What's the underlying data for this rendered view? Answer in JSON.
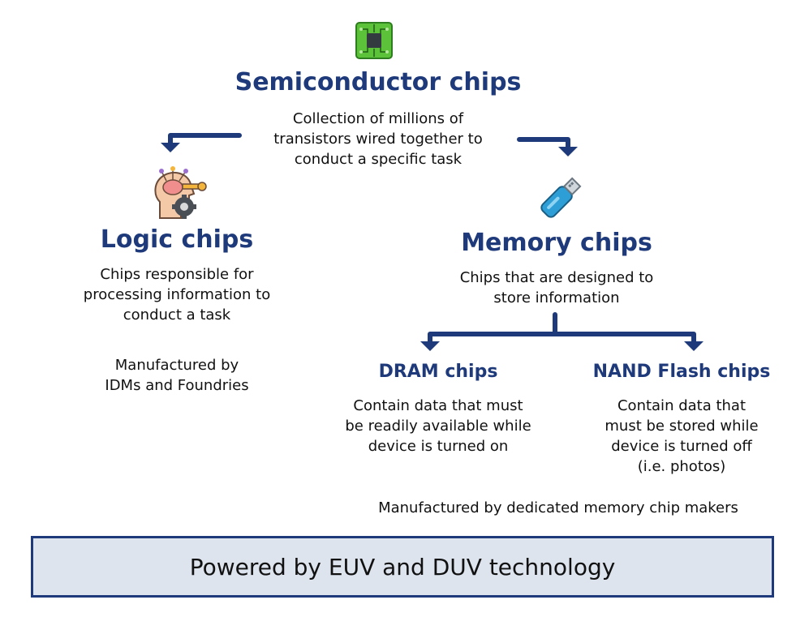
{
  "root": {
    "title": "Semiconductor chips",
    "desc": [
      "Collection of millions of",
      "transistors wired together to",
      "conduct a specific task"
    ],
    "icon": "microchip-icon"
  },
  "logic": {
    "title": "Logic chips",
    "desc": [
      "Chips responsible for",
      "processing information to",
      "conduct a task"
    ],
    "manufactured": [
      "Manufactured by",
      "IDMs and Foundries"
    ],
    "icon": "brain-gear-icon"
  },
  "memory": {
    "title": "Memory chips",
    "desc": [
      "Chips that are designed to",
      "store information"
    ],
    "icon": "usb-drive-icon"
  },
  "dram": {
    "title": "DRAM chips",
    "desc": [
      "Contain data that must",
      "be readily available while",
      "device is turned on"
    ]
  },
  "nand": {
    "title": "NAND Flash chips",
    "desc": [
      "Contain data that",
      "must be stored while",
      "device is turned off",
      "(i.e. photos)"
    ]
  },
  "memory_manufactured": "Manufactured by dedicated memory chip makers",
  "footer": "Powered by EUV and DUV technology",
  "colors": {
    "title": "#1f3a7a",
    "arrow": "#1f3a7a",
    "footer_bg": "#dde4ee",
    "chip_green": "#5cc23a"
  }
}
